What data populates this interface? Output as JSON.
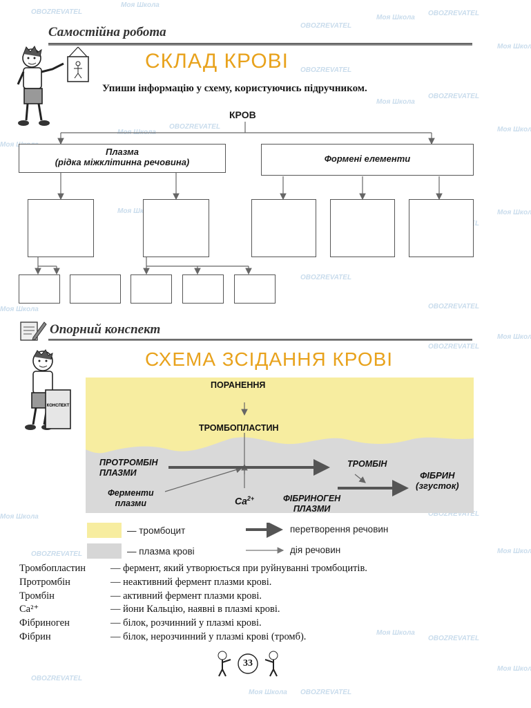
{
  "section1": {
    "title": "Самостійна робота"
  },
  "composition": {
    "title": "СКЛАД КРОВІ",
    "instruction": "Упиши інформацію у схему, користуючись підручником.",
    "root": "КРОВ",
    "plasma_line1": "Плазма",
    "plasma_line2": "(рідка міжклітинна речовина)",
    "formed": "Формені елементи"
  },
  "section2": {
    "title": "Опорний конспект"
  },
  "clotting": {
    "title": "СХЕМА ЗСІДАННЯ КРОВІ",
    "injury": "ПОРАНЕННЯ",
    "thromboplastin": "ТРОМБОПЛАСТИН",
    "prothrombin_1": "ПРОТРОМБІН",
    "prothrombin_2": "ПЛАЗМИ",
    "enzymes_1": "Ферменти",
    "enzymes_2": "плазми",
    "calcium": "Ca",
    "calcium_sup": "2+",
    "fibrinogen_1": "ФІБРИНОГЕН",
    "fibrinogen_2": "ПЛАЗМИ",
    "thrombin": "ТРОМБІН",
    "fibrin_1": "ФІБРИН",
    "fibrin_2": "(згусток)"
  },
  "legend": {
    "thrombocyte": "— тромбоцит",
    "plasma": "— плазма крові",
    "transformation": "перетворення речовин",
    "action": "дія речовин",
    "colors": {
      "thrombocyte": "#f7eda0",
      "plasma": "#d6d6d6"
    }
  },
  "terms": [
    {
      "term": "Тромбопластин",
      "def": "— фермент, який утворюється при руйнуванні тромбоцитів."
    },
    {
      "term": "Протромбін",
      "def": "— неактивний фермент плазми крові."
    },
    {
      "term": "Тромбін",
      "def": "— активний фермент плазми крові."
    },
    {
      "term": "Ca²⁺",
      "def": "— йони Кальцію, наявні в плазмі крові."
    },
    {
      "term": "Фібриноген",
      "def": "— білок, розчинний у плазмі крові."
    },
    {
      "term": "Фібрин",
      "def": "— білок, нерозчинний у плазмі крові (тромб)."
    }
  ],
  "page_number": "33",
  "mascot_book_label": "КОНСПЕКТ",
  "watermarks": {
    "brand1": "Моя Школа",
    "brand2": "OBOZREVATEL"
  }
}
